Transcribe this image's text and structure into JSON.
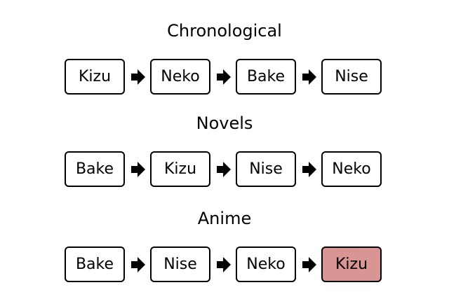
{
  "colors": {
    "background": "#ffffff",
    "box_border": "#000000",
    "highlight": "#d99593"
  },
  "sequences": [
    {
      "title": "Chronological",
      "items": [
        {
          "label": "Kizu",
          "highlighted": false
        },
        {
          "label": "Neko",
          "highlighted": false
        },
        {
          "label": "Bake",
          "highlighted": false
        },
        {
          "label": "Nise",
          "highlighted": false
        }
      ]
    },
    {
      "title": "Novels",
      "items": [
        {
          "label": "Bake",
          "highlighted": false
        },
        {
          "label": "Kizu",
          "highlighted": false
        },
        {
          "label": "Nise",
          "highlighted": false
        },
        {
          "label": "Neko",
          "highlighted": false
        }
      ]
    },
    {
      "title": "Anime",
      "items": [
        {
          "label": "Bake",
          "highlighted": false
        },
        {
          "label": "Nise",
          "highlighted": false
        },
        {
          "label": "Neko",
          "highlighted": false
        },
        {
          "label": "Kizu",
          "highlighted": true
        }
      ]
    }
  ]
}
